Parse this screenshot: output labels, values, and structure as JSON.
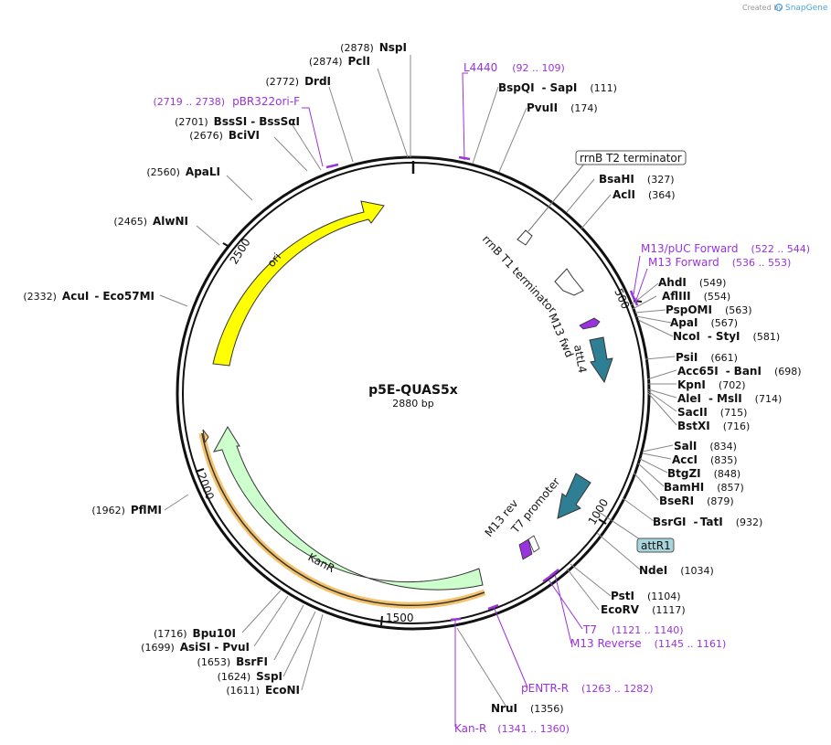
{
  "plasmid": {
    "name": "p5E-QUAS5x",
    "length_label": "2880 bp",
    "length": 2880
  },
  "credit": {
    "prefix": "Created by",
    "brand": "SnapGene"
  },
  "colors": {
    "backbone": "#111111",
    "enzyme_line": "#888888",
    "primer": "#9933dd",
    "ori": "#ffff00",
    "kanr": "#ccffcc",
    "kanr_highlight": "#f5c26b",
    "att": "#2f7f94",
    "m13_arrow": "#9933dd",
    "terminator": "#ffffff",
    "attR1_box": "#a8d5dc"
  },
  "tick_labels": [
    "500",
    "1000",
    "1500",
    "2000",
    "2500"
  ],
  "enzymes": [
    {
      "name": "NspI",
      "pos": "(2878)"
    },
    {
      "name": "PclI",
      "pos": "(2874)"
    },
    {
      "name": "DrdI",
      "pos": "(2772)"
    },
    {
      "name": "BssSI",
      "name2": "BssSαI",
      "pos": "(2701)"
    },
    {
      "name": "BciVI",
      "pos": "(2676)"
    },
    {
      "name": "ApaLI",
      "pos": "(2560)"
    },
    {
      "name": "AlwNI",
      "pos": "(2465)"
    },
    {
      "name": "AcuI",
      "name2": "Eco57MI",
      "pos": "(2332)"
    },
    {
      "name": "PflMI",
      "pos": "(1962)"
    },
    {
      "name": "Bpu10I",
      "pos": "(1716)"
    },
    {
      "name": "AsiSI",
      "name2": "PvuI",
      "pos": "(1699)"
    },
    {
      "name": "BsrFI",
      "pos": "(1653)"
    },
    {
      "name": "SspI",
      "pos": "(1624)"
    },
    {
      "name": "EcoNI",
      "pos": "(1611)"
    },
    {
      "name": "NruI",
      "pos": "(1356)"
    },
    {
      "name": "BspQI",
      "name2": "SapI",
      "pos": "(111)"
    },
    {
      "name": "PvuII",
      "pos": "(174)"
    },
    {
      "name": "BsaHI",
      "pos": "(327)"
    },
    {
      "name": "AclI",
      "pos": "(364)"
    },
    {
      "name": "AhdI",
      "pos": "(549)"
    },
    {
      "name": "AflIII",
      "pos": "(554)"
    },
    {
      "name": "PspOMI",
      "pos": "(563)"
    },
    {
      "name": "ApaI",
      "pos": "(567)"
    },
    {
      "name": "NcoI",
      "name2": "StyI",
      "pos": "(581)"
    },
    {
      "name": "PsiI",
      "pos": "(661)"
    },
    {
      "name": "Acc65I",
      "name2": "BanI",
      "pos": "(698)"
    },
    {
      "name": "KpnI",
      "pos": "(702)"
    },
    {
      "name": "AleI",
      "name2": "MslI",
      "pos": "(714)"
    },
    {
      "name": "SacII",
      "pos": "(715)"
    },
    {
      "name": "BstXI",
      "pos": "(716)"
    },
    {
      "name": "SalI",
      "pos": "(834)"
    },
    {
      "name": "AccI",
      "pos": "(835)"
    },
    {
      "name": "BtgZI",
      "pos": "(848)"
    },
    {
      "name": "BamHI",
      "pos": "(857)"
    },
    {
      "name": "BseRI",
      "pos": "(879)"
    },
    {
      "name": "BsrGI",
      "name2": "TatI",
      "pos": "(932)"
    },
    {
      "name": "NdeI",
      "pos": "(1034)"
    },
    {
      "name": "PstI",
      "pos": "(1104)"
    },
    {
      "name": "EcoRV",
      "pos": "(1117)"
    }
  ],
  "primers": [
    {
      "name": "L4440",
      "range": "(92 .. 109)"
    },
    {
      "name": "pBR322ori-F",
      "range": "(2719 .. 2738)"
    },
    {
      "name": "M13/pUC Forward",
      "range": "(522 .. 544)"
    },
    {
      "name": "M13 Forward",
      "range": "(536 .. 553)"
    },
    {
      "name": "T7",
      "range": "(1121 .. 1140)"
    },
    {
      "name": "M13 Reverse",
      "range": "(1145 .. 1161)"
    },
    {
      "name": "pENTR-R",
      "range": "(1263 .. 1282)"
    },
    {
      "name": "Kan-R",
      "range": "(1341 .. 1360)"
    }
  ],
  "features": [
    {
      "name": "ori"
    },
    {
      "name": "KanR"
    },
    {
      "name": "rrnB T2 terminator"
    },
    {
      "name": "rrnB T1 terminator"
    },
    {
      "name": "M13 fwd"
    },
    {
      "name": "attL4"
    },
    {
      "name": "attR1"
    },
    {
      "name": "M13 rev"
    },
    {
      "name": "T7 promoter"
    }
  ]
}
